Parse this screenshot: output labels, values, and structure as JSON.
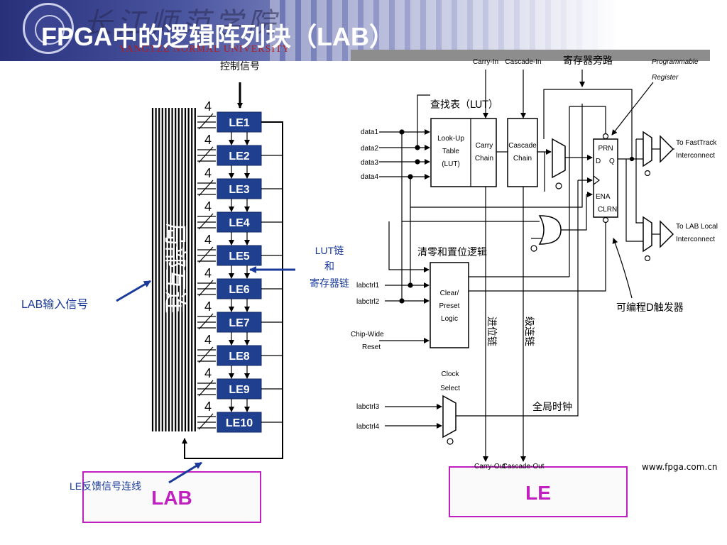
{
  "header": {
    "title": "FPGA中的逻辑阵列块（LAB）",
    "calligraphy": "长江师范学院",
    "university": "YANGTZE NORMAL UNIVERSITY"
  },
  "lab": {
    "control_label": "控制信号",
    "interconnect_label": "局部互连",
    "bus_width": "4",
    "le_labels": [
      "LE1",
      "LE2",
      "LE3",
      "LE4",
      "LE5",
      "LE6",
      "LE7",
      "LE8",
      "LE9",
      "LE10"
    ],
    "input_label": "LAB输入信号",
    "chain_label": [
      "LUT链",
      "和",
      "寄存器链"
    ],
    "feedback_label": "LE反馈信号连线",
    "box_label": "LAB"
  },
  "le": {
    "carry_in": "Carry-In",
    "cascade_in": "Cascade-In",
    "register_bypass": "寄存器旁路",
    "programmable_register": [
      "Programmable",
      "Register"
    ],
    "lut_label": "查找表（LUT）",
    "lut_box": [
      "Look-Up",
      "Table",
      "(LUT)"
    ],
    "carry_chain": [
      "Carry",
      "Chain"
    ],
    "cascade_chain": [
      "Cascade",
      "Chain"
    ],
    "data_inputs": [
      "data1",
      "data2",
      "data3",
      "data4"
    ],
    "reg_pins": {
      "prn": "PRN",
      "d": "D",
      "q": "Q",
      "ena": "ENA",
      "clrn": "CLRN"
    },
    "to_fasttrack": [
      "To FastTrack",
      "Interconnect"
    ],
    "to_lab_local": [
      "To LAB Local",
      "Interconnect"
    ],
    "clear_label": "清零和置位逻辑",
    "labctrl": [
      "labctrl1",
      "labctrl2",
      "labctrl3",
      "labctrl4"
    ],
    "clear_box": [
      "Clear/",
      "Preset",
      "Logic"
    ],
    "chip_wide": [
      "Chip-Wide",
      "Reset"
    ],
    "flipflop_label": "可编程D触发器",
    "carry_chain_v": "进位链",
    "cascade_chain_v": "级连链",
    "clock_select": [
      "Clock",
      "Select"
    ],
    "global_clock": "全局时钟",
    "carry_out": "Carry-Out",
    "cascade_out": "Cascade-Out",
    "website": "www.fpga.com.cn",
    "box_label": "LE"
  },
  "colors": {
    "le_block": "#1f3f8f",
    "accent": "#c020c0",
    "annot_blue": "#1a3a9a",
    "header_dark": "#28307a"
  }
}
